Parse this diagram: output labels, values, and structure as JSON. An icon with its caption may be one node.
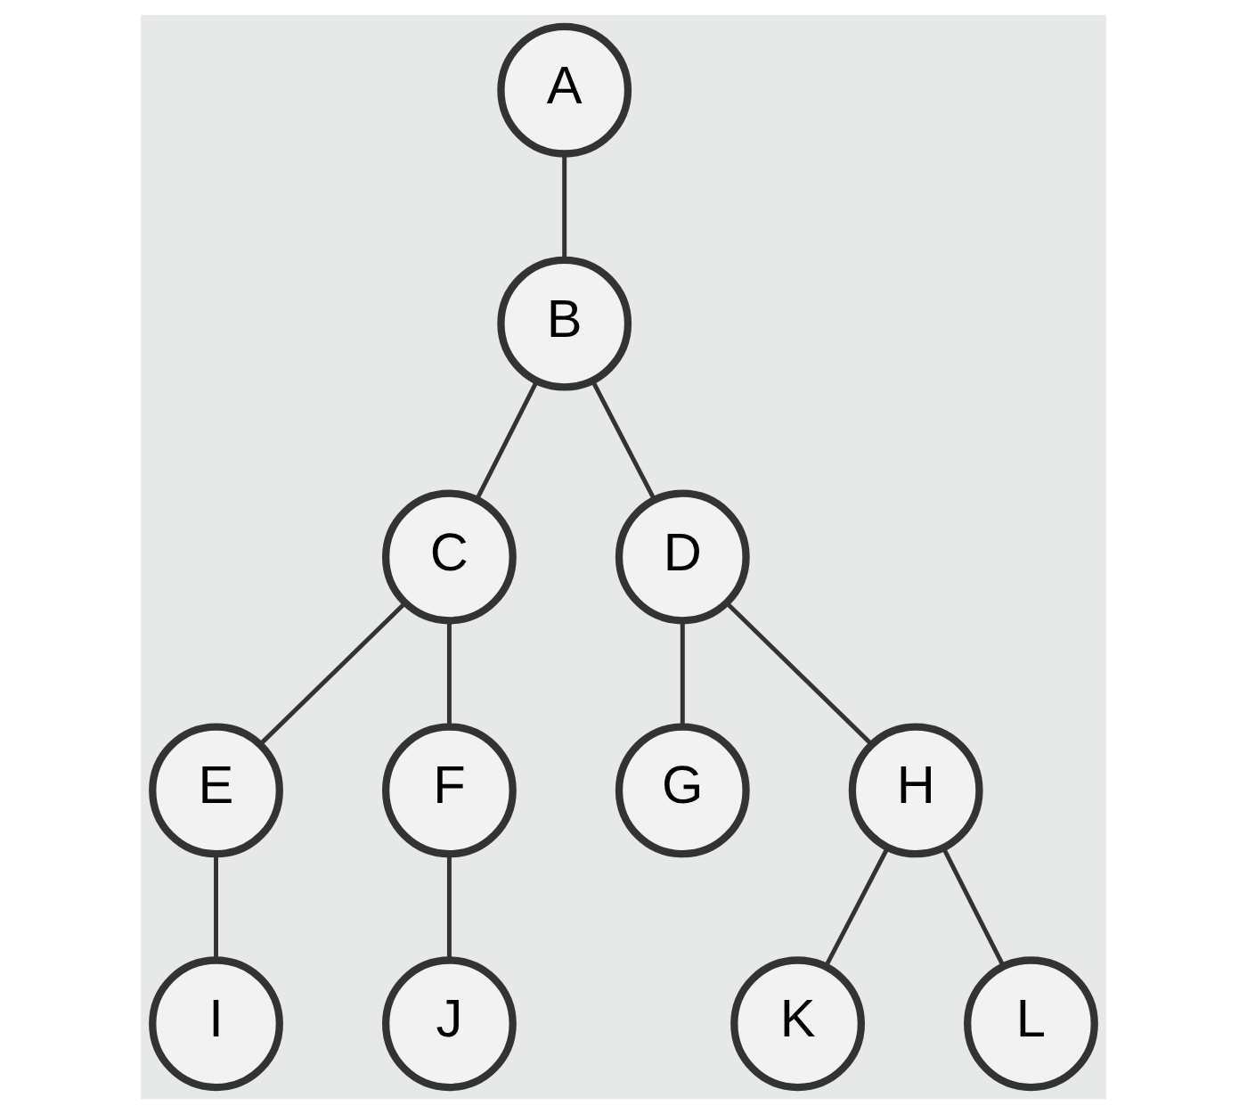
{
  "diagram": {
    "nodes": [
      {
        "text": [
          "A"
        ]
      },
      {
        "text": [
          "B"
        ]
      },
      {
        "text": [
          "C"
        ]
      },
      {
        "text": [
          "D"
        ]
      },
      {
        "text": [
          "E"
        ]
      },
      {
        "text": [
          "F"
        ]
      },
      {
        "text": [
          "G"
        ]
      },
      {
        "text": [
          "H"
        ]
      },
      {
        "text": [
          "I"
        ]
      },
      {
        "text": [
          "J"
        ]
      },
      {
        "text": [
          "K"
        ]
      },
      {
        "text": [
          "L"
        ]
      }
    ],
    "edges": [
      {
        "from": 0,
        "to": 1,
        "arrow": "none"
      },
      {
        "from": 1,
        "to": 2,
        "arrow": "none"
      },
      {
        "from": 1,
        "to": 3,
        "arrow": "none"
      },
      {
        "from": 2,
        "to": 4,
        "arrow": "none"
      },
      {
        "from": 2,
        "to": 5,
        "arrow": "none"
      },
      {
        "from": 3,
        "to": 6,
        "arrow": "none"
      },
      {
        "from": 3,
        "to": 7,
        "arrow": "none"
      },
      {
        "from": 4,
        "to": 8,
        "arrow": "none"
      },
      {
        "from": 5,
        "to": 9,
        "arrow": "none"
      },
      {
        "from": 7,
        "to": 10,
        "arrow": "none"
      },
      {
        "from": 7,
        "to": 11,
        "arrow": "none"
      }
    ]
  }
}
